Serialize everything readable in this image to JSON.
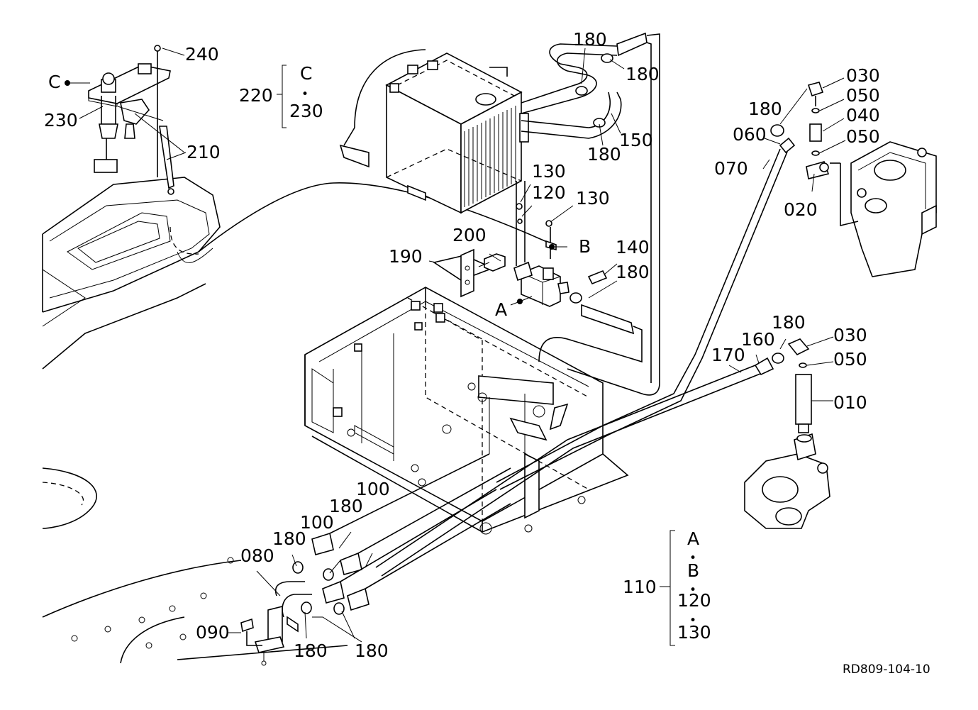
{
  "diagram": {
    "drawing_id": "RD809-104-10",
    "labels": [
      {
        "key": "240",
        "text": "240"
      },
      {
        "key": "C_marker",
        "text": "C"
      },
      {
        "key": "230",
        "text": "230"
      },
      {
        "key": "210",
        "text": "210"
      },
      {
        "key": "220",
        "text": "220"
      },
      {
        "key": "g220_c",
        "text": "C"
      },
      {
        "key": "g220_dot",
        "text": "•"
      },
      {
        "key": "g220_230",
        "text": "230"
      },
      {
        "key": "180_a",
        "text": "180"
      },
      {
        "key": "180_b",
        "text": "180"
      },
      {
        "key": "180_c",
        "text": "180"
      },
      {
        "key": "150",
        "text": "150"
      },
      {
        "key": "130_a",
        "text": "130"
      },
      {
        "key": "120",
        "text": "120"
      },
      {
        "key": "130_b",
        "text": "130"
      },
      {
        "key": "200",
        "text": "200"
      },
      {
        "key": "190",
        "text": "190"
      },
      {
        "key": "B_marker",
        "text": "B"
      },
      {
        "key": "140",
        "text": "140"
      },
      {
        "key": "180_d",
        "text": "180"
      },
      {
        "key": "A_marker",
        "text": "A"
      },
      {
        "key": "030_a",
        "text": "030"
      },
      {
        "key": "050_a",
        "text": "050"
      },
      {
        "key": "180_e",
        "text": "180"
      },
      {
        "key": "040",
        "text": "040"
      },
      {
        "key": "060",
        "text": "060"
      },
      {
        "key": "050_b",
        "text": "050"
      },
      {
        "key": "070",
        "text": "070"
      },
      {
        "key": "020",
        "text": "020"
      },
      {
        "key": "180_f",
        "text": "180"
      },
      {
        "key": "160",
        "text": "160"
      },
      {
        "key": "030_b",
        "text": "030"
      },
      {
        "key": "170",
        "text": "170"
      },
      {
        "key": "050_c",
        "text": "050"
      },
      {
        "key": "010",
        "text": "010"
      },
      {
        "key": "100_a",
        "text": "100"
      },
      {
        "key": "180_g",
        "text": "180"
      },
      {
        "key": "100_b",
        "text": "100"
      },
      {
        "key": "180_h",
        "text": "180"
      },
      {
        "key": "080",
        "text": "080"
      },
      {
        "key": "090",
        "text": "090"
      },
      {
        "key": "180_i",
        "text": "180"
      },
      {
        "key": "180_j",
        "text": "180"
      },
      {
        "key": "110",
        "text": "110"
      },
      {
        "key": "g110_a",
        "text": "A"
      },
      {
        "key": "g110_dot1",
        "text": "•"
      },
      {
        "key": "g110_b",
        "text": "B"
      },
      {
        "key": "g110_dot2",
        "text": "•"
      },
      {
        "key": "g110_120",
        "text": "120"
      },
      {
        "key": "g110_dot3",
        "text": "•"
      },
      {
        "key": "g110_130",
        "text": "130"
      }
    ]
  }
}
